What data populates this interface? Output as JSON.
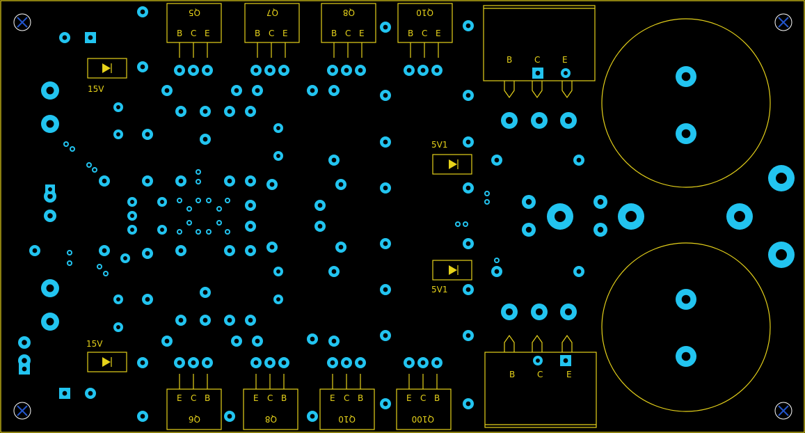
{
  "board": {
    "transistors_top": [
      "Q5",
      "Q7",
      "Q8",
      "Q10"
    ],
    "transistors_bottom": [
      "Q6",
      "Q8",
      "Q10",
      "Q100"
    ],
    "pin_labels": [
      "B",
      "C",
      "E"
    ],
    "power_pin_labels": [
      "B",
      "C",
      "E"
    ],
    "zener_labels": [
      "15V",
      "15V",
      "5V1",
      "5V1"
    ]
  },
  "colors": {
    "background": "#000000",
    "silkscreen": "#e6d21a",
    "pad": "#22c4f0",
    "mount_hole": "#2255cc"
  }
}
